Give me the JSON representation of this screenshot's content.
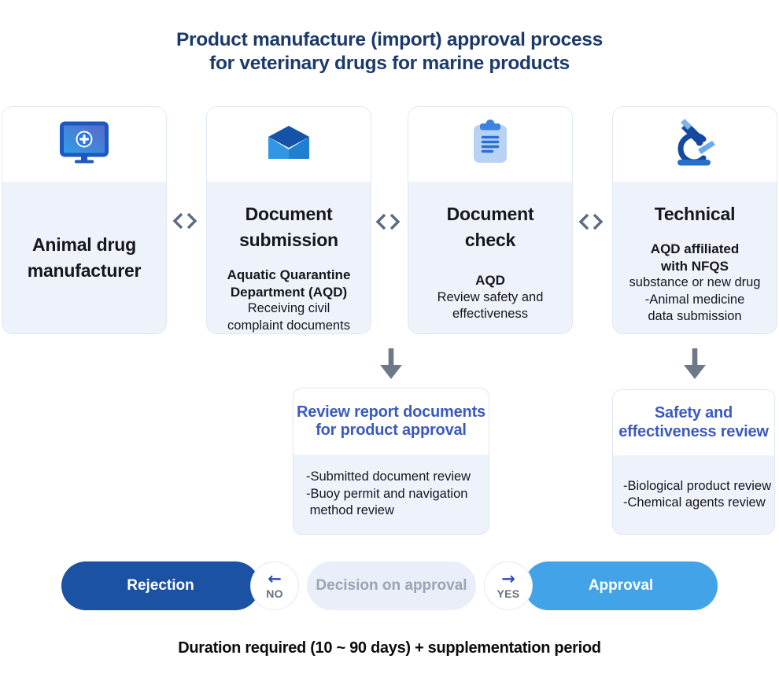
{
  "title": {
    "line1": "Product manufacture (import) approval process",
    "line2": "for veterinary drugs for marine products"
  },
  "cards": [
    {
      "icon": "medical-monitor-icon",
      "title": "Animal drug\nmanufacturer",
      "subtitle_bold": "",
      "subtitle": ""
    },
    {
      "icon": "open-envelope-icon",
      "title": "Document\nsubmission",
      "subtitle_bold": "Aquatic Quarantine\nDepartment (AQD)",
      "subtitle": "Receiving civil\ncomplaint documents"
    },
    {
      "icon": "clipboard-icon",
      "title": "Document\ncheck",
      "subtitle_bold": "AQD",
      "subtitle": "Review safety and\neffectiveness"
    },
    {
      "icon": "microscope-icon",
      "title": "Technical",
      "subtitle_bold": "AQD affiliated\nwith NFQS",
      "subtitle": "substance or new drug\n-Animal medicine\ndata submission"
    }
  ],
  "subcards": [
    {
      "heading": "Review report documents\nfor product approval",
      "body": "-Submitted document review\n-Buoy permit and navigation\n method review"
    },
    {
      "heading": "Safety and\neffectiveness review",
      "body": "-Biological product review\n-Chemical agents review"
    }
  ],
  "decision_row": {
    "rejection": "Rejection",
    "no_arrow": "←",
    "no_label": "NO",
    "decision": "Decision on approval",
    "yes_arrow": "→",
    "yes_label": "YES",
    "approval": "Approval"
  },
  "caption": "Duration required (10 ~ 90 days) + supplementation period",
  "colors": {
    "title_navy": "#1b3a6b",
    "card_bg": "#edf2fb",
    "subcard_heading_blue": "#3b5ac1",
    "rejection_blue": "#1c52a3",
    "approval_blue": "#42a3e9",
    "decision_bg": "#e9eef9",
    "decision_text": "#99a4b5",
    "arrow_slate": "#6d7889",
    "circle_arrow_blue": "#2b4ab5"
  }
}
